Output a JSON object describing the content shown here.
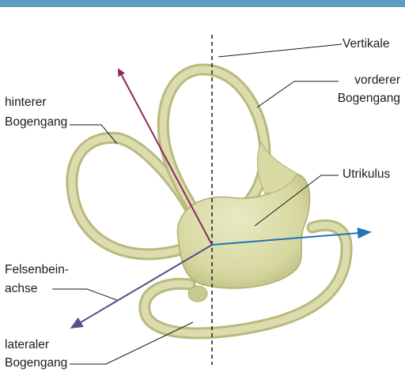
{
  "figure": {
    "accent_color": "#5b9cc0",
    "vertical_axis_label": "Vertikale",
    "anterior_canal_label": [
      "vorderer",
      "Bogengang"
    ],
    "posterior_canal_label": [
      "hinterer",
      "Bogengang"
    ],
    "utricle_label": "Utrikulus",
    "petrous_axis_label": [
      "Felsenbein-",
      "achse"
    ],
    "lateral_canal_label": [
      "lateraler",
      "Bogengang"
    ],
    "arrow_colors": {
      "vertical_dashed": "#1a1a1a",
      "purple": "#8b2a5c",
      "blue": "#2273b8",
      "violet": "#5a4d8a"
    },
    "structure_color": "#d7d8a6"
  }
}
